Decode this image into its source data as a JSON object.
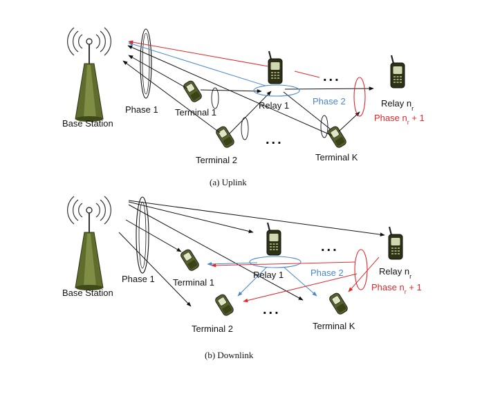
{
  "colors": {
    "black": "#111111",
    "blue": "#4a86c8",
    "red": "#e0282a",
    "device": "#4f5a2a"
  },
  "uplink": {
    "caption": "(a) Uplink",
    "base_station": "Base Station",
    "phase1": "Phase 1",
    "terminal1": "Terminal 1",
    "terminal2": "Terminal 2",
    "terminal_k": "Terminal K",
    "relay1": "Relay 1",
    "relay_nr": "Relay n",
    "relay_nr_sub": "r",
    "phase2": "Phase  2",
    "phase_nr1": "Phase  n",
    "phase_nr1_sub": "r",
    "phase_nr1_tail": " + 1",
    "dots": "...",
    "dots2": "..."
  },
  "downlink": {
    "caption": "(b) Downlink",
    "base_station": "Base Station",
    "phase1": "Phase 1",
    "terminal1": "Terminal 1",
    "terminal2": "Terminal 2",
    "terminal_k": "Terminal K",
    "relay1": "Relay 1",
    "relay_nr": "Relay n",
    "relay_nr_sub": "r",
    "phase2": "Phase  2",
    "phase_nr1": "Phase  n",
    "phase_nr1_sub": "r",
    "phase_nr1_tail": " + 1",
    "dots": "...",
    "dots2": "..."
  }
}
